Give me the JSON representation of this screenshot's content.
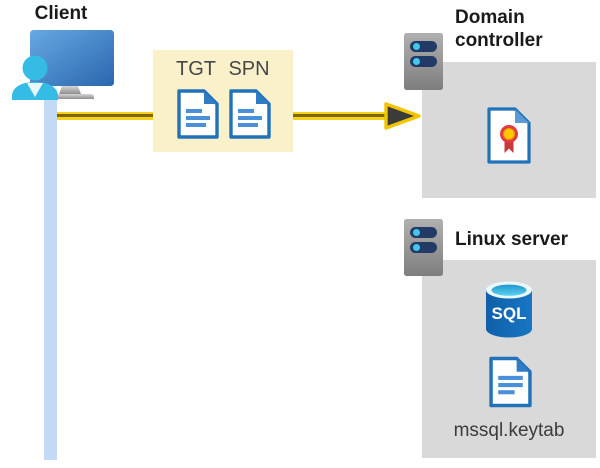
{
  "client": {
    "label": "Client",
    "icon": "client-workstation-icon"
  },
  "token_packet": {
    "tgt_label": "TGT",
    "spn_label": "SPN",
    "tgt_icon": "tgt-document-icon",
    "spn_icon": "spn-document-icon",
    "background": "#FAF1CB"
  },
  "arrow": {
    "direction": "right",
    "from": "Client",
    "to": "Domain controller",
    "color_outer": "#F6D21A",
    "color_core": "#7D6808"
  },
  "domain_controller": {
    "title": "Domain controller",
    "server_icon": "server-icon",
    "certificate_icon": "certificate-icon",
    "panel_color": "#D9D9D9"
  },
  "linux_server": {
    "title": "Linux server",
    "server_icon": "server-icon",
    "sql_icon": "sql-database-icon",
    "sql_text": "SQL",
    "keytab_icon": "keytab-document-icon",
    "keytab_label": "mssql.keytab",
    "panel_color": "#D9D9D9"
  },
  "colors": {
    "client_line_blue": "#C3DAF4",
    "doc_blue": "#2272B9",
    "doc_line_blue": "#4A90D9",
    "sql_blue": "#1268B3",
    "sql_top_cyan": "#35BCE4",
    "cert_red": "#DC3C41",
    "cert_yellow": "#FFC700",
    "text_dark": "#1A1A1A",
    "text_gray": "#3C3C3C"
  }
}
